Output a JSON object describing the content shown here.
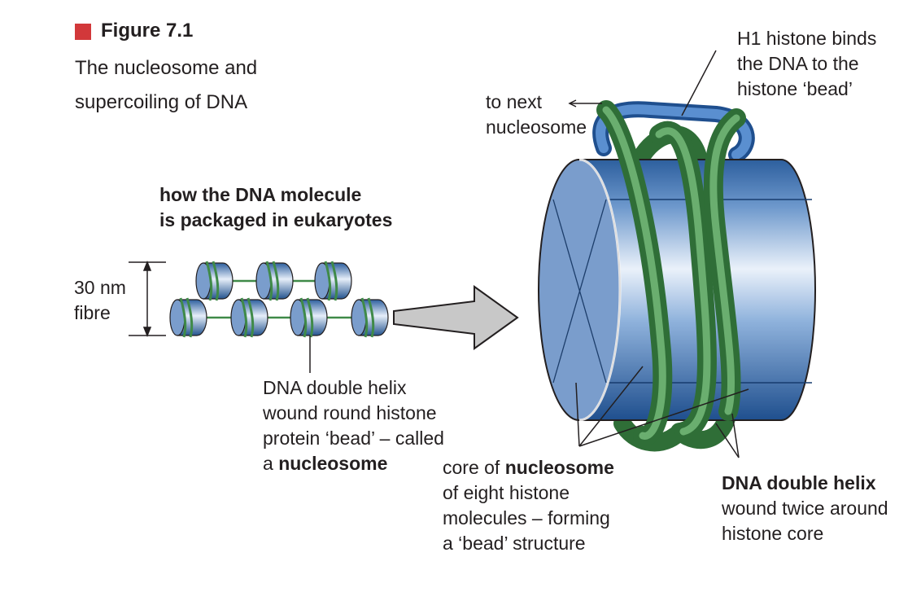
{
  "figure": {
    "label": "Figure 7.1",
    "caption_line1": "The nucleosome and",
    "caption_line2": "supercoiling of DNA",
    "accent_color": "#d2383a"
  },
  "left_panel": {
    "heading_line1": "how the DNA molecule",
    "heading_line2": "is packaged in eukaryotes",
    "fibre_label_line1": "30 nm",
    "fibre_label_line2": "fibre",
    "nucleosome_label_line1": "DNA double helix",
    "nucleosome_label_line2": "wound round histone",
    "nucleosome_label_line3": "protein ‘bead’ – called",
    "nucleosome_label_line4_prefix": "a ",
    "nucleosome_label_line4_bold": "nucleosome"
  },
  "right_panel": {
    "next_label_line1": "to next",
    "next_label_line2": "nucleosome",
    "h1_label_line1": "H1 histone binds",
    "h1_label_line2": "the DNA to the",
    "h1_label_line3": "histone ‘bead’",
    "core_label_line1_prefix": "core of ",
    "core_label_line1_bold": "nucleosome",
    "core_label_line2": "of eight histone",
    "core_label_line3": "molecules – forming",
    "core_label_line4": "a ‘bead’ structure",
    "dna_label_line1": "DNA double helix",
    "dna_label_line2": "wound twice around",
    "dna_label_line3": "histone core"
  },
  "colors": {
    "histone_blue": "#3a6fae",
    "dna_green": "#3f8a48",
    "h1_blue": "#4a7fc0",
    "arrow_grey": "#c8c8c8"
  }
}
